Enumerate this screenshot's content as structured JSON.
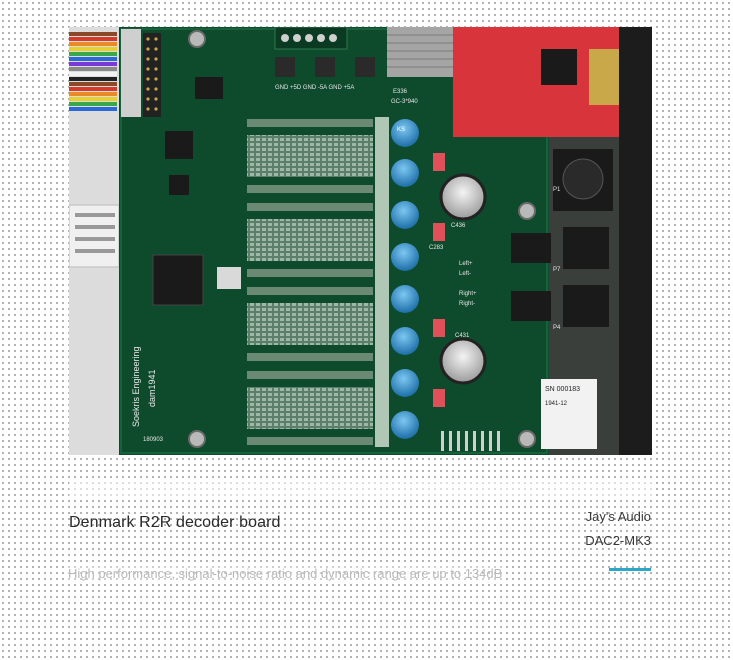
{
  "product": {
    "title": "Denmark R2R decoder board",
    "brand_line1": "Jay's Audio",
    "brand_line2": "DAC2-MK3",
    "description": "High performance, signal-to-noise ratio and dynamic range are up to 134dB"
  },
  "board": {
    "maker": "Soekris Engineering",
    "model": "dam1941",
    "date_code": "180903",
    "serial_label": "SN 000183",
    "board_number": "1941-12",
    "left_label": "Left+",
    "left_minus": "Left-",
    "right_label": "Right+",
    "right_minus": "Right-",
    "capacitor_label_1": "C436",
    "capacitor_label_2": "C431",
    "capacitor_label_3": "C283",
    "cap_brand": "KS",
    "connector_label": "P4",
    "connector_label_2": "P7",
    "connector_label_3": "P1",
    "power_labels": "GND +5D GND -5A GND +5A",
    "gc_label": "GC-3*940",
    "e_label": "E336"
  },
  "colors": {
    "pcb": "#0e4a2c",
    "pcb_dark": "#0a3a22",
    "red_board": "#d8343c",
    "accent": "#2aa7c9",
    "title_text": "#2a2a2a"
  }
}
